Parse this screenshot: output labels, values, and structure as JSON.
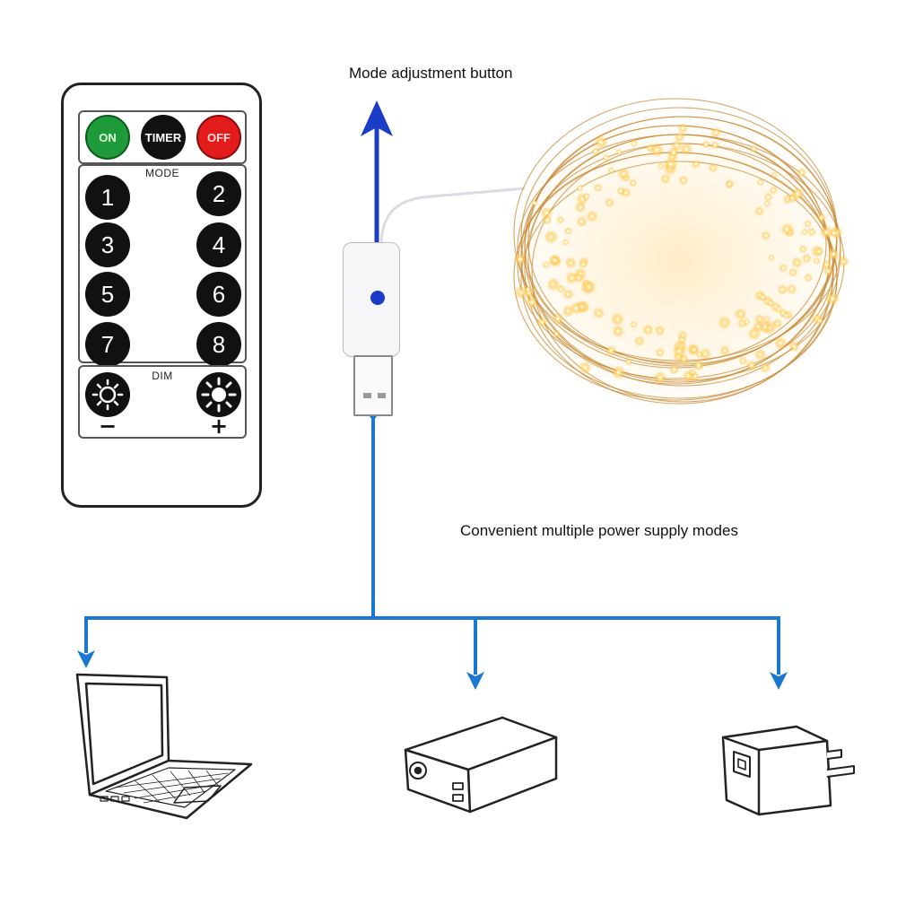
{
  "captions": {
    "mode_button": "Mode adjustment button",
    "power_modes": "Convenient multiple power supply modes"
  },
  "remote": {
    "top_buttons": {
      "on": "ON",
      "timer": "TIMER",
      "off": "OFF"
    },
    "mode_label": "MODE",
    "mode_buttons": [
      "1",
      "2",
      "3",
      "4",
      "5",
      "6",
      "7",
      "8"
    ],
    "dim_label": "DIM",
    "dim_minus": "−",
    "dim_plus": "+"
  },
  "colors": {
    "arrow_mode": "#1b3cc7",
    "arrow_power": "#1a78d0",
    "on_button": "#1f9a3a",
    "off_button": "#e21b1b",
    "fairy_light": "#ffcf5a",
    "copper_wire": "#c88a35"
  },
  "icons": [
    "laptop-icon",
    "power-bank-icon",
    "wall-charger-icon",
    "fairy-lights-image",
    "usb-plug-icon"
  ]
}
